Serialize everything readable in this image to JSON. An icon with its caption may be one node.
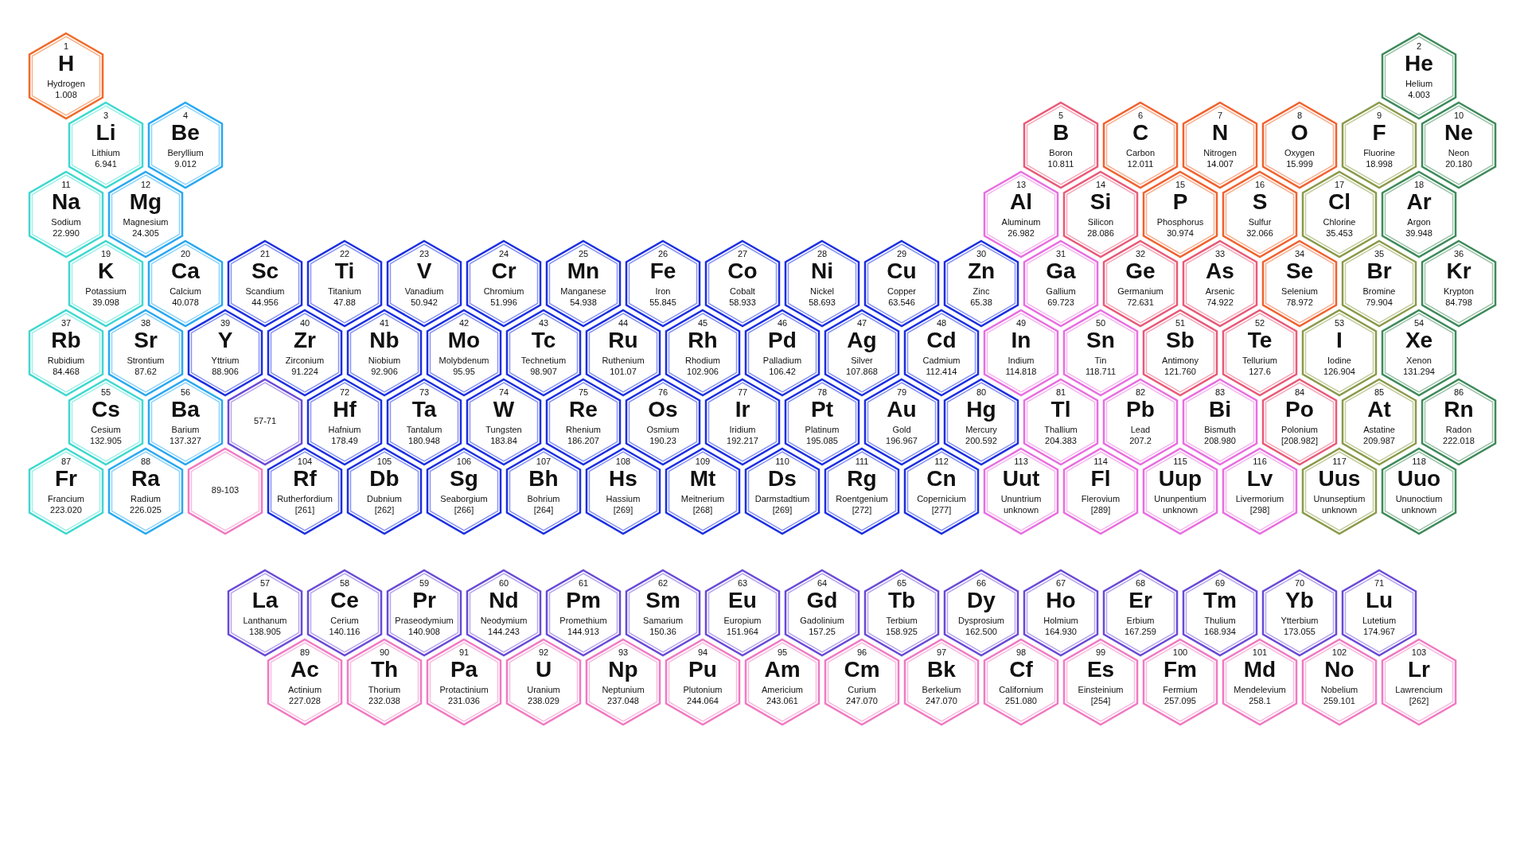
{
  "diagram": {
    "nodes": [
      {
        "text": [
          "1",
          "H",
          "Hydrogen",
          "1.008"
        ]
      },
      {
        "text": [
          "2",
          "He",
          "Helium",
          "4.003"
        ]
      },
      {
        "text": [
          "3",
          "Li",
          "Lithium",
          "6.941"
        ]
      },
      {
        "text": [
          "4",
          "Be",
          "Beryllium",
          "9.012"
        ]
      },
      {
        "text": [
          "5",
          "B",
          "Boron",
          "10.811"
        ]
      },
      {
        "text": [
          "6",
          "C",
          "Carbon",
          "12.011"
        ]
      },
      {
        "text": [
          "7",
          "N",
          "Nitrogen",
          "14.007"
        ]
      },
      {
        "text": [
          "8",
          "O",
          "Oxygen",
          "15.999"
        ]
      },
      {
        "text": [
          "9",
          "F",
          "Fluorine",
          "18.998"
        ]
      },
      {
        "text": [
          "10",
          "Ne",
          "Neon",
          "20.180"
        ]
      },
      {
        "text": [
          "11",
          "Na",
          "Sodium",
          "22.990"
        ]
      },
      {
        "text": [
          "12",
          "Mg",
          "Magnesium",
          "24.305"
        ]
      },
      {
        "text": [
          "13",
          "Al",
          "Aluminum",
          "26.982"
        ]
      },
      {
        "text": [
          "14",
          "Si",
          "Silicon",
          "28.086"
        ]
      },
      {
        "text": [
          "15",
          "P",
          "Phosphorus",
          "30.974"
        ]
      },
      {
        "text": [
          "16",
          "S",
          "Sulfur",
          "32.066"
        ]
      },
      {
        "text": [
          "17",
          "Cl",
          "Chlorine",
          "35.453"
        ]
      },
      {
        "text": [
          "18",
          "Ar",
          "Argon",
          "39.948"
        ]
      },
      {
        "text": [
          "19",
          "K",
          "Potassium",
          "39.098"
        ]
      },
      {
        "text": [
          "20",
          "Ca",
          "Calcium",
          "40.078"
        ]
      },
      {
        "text": [
          "21",
          "Sc",
          "Scandium",
          "44.956"
        ]
      },
      {
        "text": [
          "22",
          "Ti",
          "Titanium",
          "47.88"
        ]
      },
      {
        "text": [
          "23",
          "V",
          "Vanadium",
          "50.942"
        ]
      },
      {
        "text": [
          "24",
          "Cr",
          "Chromium",
          "51.996"
        ]
      },
      {
        "text": [
          "25",
          "Mn",
          "Manganese",
          "54.938"
        ]
      },
      {
        "text": [
          "26",
          "Fe",
          "Iron",
          "55.845"
        ]
      },
      {
        "text": [
          "27",
          "Co",
          "Cobalt",
          "58.933"
        ]
      },
      {
        "text": [
          "28",
          "Ni",
          "Nickel",
          "58.693"
        ]
      },
      {
        "text": [
          "29",
          "Cu",
          "Copper",
          "63.546"
        ]
      },
      {
        "text": [
          "30",
          "Zn",
          "Zinc",
          "65.38"
        ]
      },
      {
        "text": [
          "31",
          "Ga",
          "Gallium",
          "69.723"
        ]
      },
      {
        "text": [
          "32",
          "Ge",
          "Germanium",
          "72.631"
        ]
      },
      {
        "text": [
          "33",
          "As",
          "Arsenic",
          "74.922"
        ]
      },
      {
        "text": [
          "34",
          "Se",
          "Selenium",
          "78.972"
        ]
      },
      {
        "text": [
          "35",
          "Br",
          "Bromine",
          "79.904"
        ]
      },
      {
        "text": [
          "36",
          "Kr",
          "Krypton",
          "84.798"
        ]
      },
      {
        "text": [
          "37",
          "Rb",
          "Rubidium",
          "84.468"
        ]
      },
      {
        "text": [
          "38",
          "Sr",
          "Strontium",
          "87.62"
        ]
      },
      {
        "text": [
          "39",
          "Y",
          "Yttrium",
          "88.906"
        ]
      },
      {
        "text": [
          "40",
          "Zr",
          "Zirconium",
          "91.224"
        ]
      },
      {
        "text": [
          "41",
          "Nb",
          "Niobium",
          "92.906"
        ]
      },
      {
        "text": [
          "42",
          "Mo",
          "Molybdenum",
          "95.95"
        ]
      },
      {
        "text": [
          "43",
          "Tc",
          "Technetium",
          "98.907"
        ]
      },
      {
        "text": [
          "44",
          "Ru",
          "Ruthenium",
          "101.07"
        ]
      },
      {
        "text": [
          "45",
          "Rh",
          "Rhodium",
          "102.906"
        ]
      },
      {
        "text": [
          "46",
          "Pd",
          "Palladium",
          "106.42"
        ]
      },
      {
        "text": [
          "47",
          "Ag",
          "Silver",
          "107.868"
        ]
      },
      {
        "text": [
          "48",
          "Cd",
          "Cadmium",
          "112.414"
        ]
      },
      {
        "text": [
          "49",
          "In",
          "Indium",
          "114.818"
        ]
      },
      {
        "text": [
          "50",
          "Sn",
          "Tin",
          "118.711"
        ]
      },
      {
        "text": [
          "51",
          "Sb",
          "Antimony",
          "121.760"
        ]
      },
      {
        "text": [
          "52",
          "Te",
          "Tellurium",
          "127.6"
        ]
      },
      {
        "text": [
          "53",
          "I",
          "Iodine",
          "126.904"
        ]
      },
      {
        "text": [
          "54",
          "Xe",
          "Xenon",
          "131.294"
        ]
      },
      {
        "text": [
          "55",
          "Cs",
          "Cesium",
          "132.905"
        ]
      },
      {
        "text": [
          "56",
          "Ba",
          "Barium",
          "137.327"
        ]
      },
      {
        "text": [
          "57-71"
        ]
      },
      {
        "text": [
          "72",
          "Hf",
          "Hafnium",
          "178.49"
        ]
      },
      {
        "text": [
          "73",
          "Ta",
          "Tantalum",
          "180.948"
        ]
      },
      {
        "text": [
          "74",
          "W",
          "Tungsten",
          "183.84"
        ]
      },
      {
        "text": [
          "75",
          "Re",
          "Rhenium",
          "186.207"
        ]
      },
      {
        "text": [
          "76",
          "Os",
          "Osmium",
          "190.23"
        ]
      },
      {
        "text": [
          "77",
          "Ir",
          "Iridium",
          "192.217"
        ]
      },
      {
        "text": [
          "78",
          "Pt",
          "Platinum",
          "195.085"
        ]
      },
      {
        "text": [
          "79",
          "Au",
          "Gold",
          "196.967"
        ]
      },
      {
        "text": [
          "80",
          "Hg",
          "Mercury",
          "200.592"
        ]
      },
      {
        "text": [
          "81",
          "Tl",
          "Thallium",
          "204.383"
        ]
      },
      {
        "text": [
          "82",
          "Pb",
          "Lead",
          "207.2"
        ]
      },
      {
        "text": [
          "83",
          "Bi",
          "Bismuth",
          "208.980"
        ]
      },
      {
        "text": [
          "84",
          "Po",
          "Polonium",
          "[208.982]"
        ]
      },
      {
        "text": [
          "85",
          "At",
          "Astatine",
          "209.987"
        ]
      },
      {
        "text": [
          "86",
          "Rn",
          "Radon",
          "222.018"
        ]
      },
      {
        "text": [
          "87",
          "Fr",
          "Francium",
          "223.020"
        ]
      },
      {
        "text": [
          "88",
          "Ra",
          "Radium",
          "226.025"
        ]
      },
      {
        "text": [
          "89-103"
        ]
      },
      {
        "text": [
          "104",
          "Rf",
          "Rutherfordium",
          "[261]"
        ]
      },
      {
        "text": [
          "105",
          "Db",
          "Dubnium",
          "[262]"
        ]
      },
      {
        "text": [
          "106",
          "Sg",
          "Seaborgium",
          "[266]"
        ]
      },
      {
        "text": [
          "107",
          "Bh",
          "Bohrium",
          "[264]"
        ]
      },
      {
        "text": [
          "108",
          "Hs",
          "Hassium",
          "[269]"
        ]
      },
      {
        "text": [
          "109",
          "Mt",
          "Meitnerium",
          "[268]"
        ]
      },
      {
        "text": [
          "110",
          "Ds",
          "Darmstadtium",
          "[269]"
        ]
      },
      {
        "text": [
          "111",
          "Rg",
          "Roentgenium",
          "[272]"
        ]
      },
      {
        "text": [
          "112",
          "Cn",
          "Copernicium",
          "[277]"
        ]
      },
      {
        "text": [
          "113",
          "Uut",
          "Ununtrium",
          "unknown"
        ]
      },
      {
        "text": [
          "114",
          "Fl",
          "Flerovium",
          "[289]"
        ]
      },
      {
        "text": [
          "115",
          "Uup",
          "Ununpentium",
          "unknown"
        ]
      },
      {
        "text": [
          "116",
          "Lv",
          "Livermorium",
          "[298]"
        ]
      },
      {
        "text": [
          "117",
          "Uus",
          "Ununseptium",
          "unknown"
        ]
      },
      {
        "text": [
          "118",
          "Uuo",
          "Ununoctium",
          "unknown"
        ]
      },
      {
        "text": [
          "57",
          "La",
          "Lanthanum",
          "138.905"
        ]
      },
      {
        "text": [
          "58",
          "Ce",
          "Cerium",
          "140.116"
        ]
      },
      {
        "text": [
          "59",
          "Pr",
          "Praseodymium",
          "140.908"
        ]
      },
      {
        "text": [
          "60",
          "Nd",
          "Neodymium",
          "144.243"
        ]
      },
      {
        "text": [
          "61",
          "Pm",
          "Promethium",
          "144.913"
        ]
      },
      {
        "text": [
          "62",
          "Sm",
          "Samarium",
          "150.36"
        ]
      },
      {
        "text": [
          "63",
          "Eu",
          "Europium",
          "151.964"
        ]
      },
      {
        "text": [
          "64",
          "Gd",
          "Gadolinium",
          "157.25"
        ]
      },
      {
        "text": [
          "65",
          "Tb",
          "Terbium",
          "158.925"
        ]
      },
      {
        "text": [
          "66",
          "Dy",
          "Dysprosium",
          "162.500"
        ]
      },
      {
        "text": [
          "67",
          "Ho",
          "Holmium",
          "164.930"
        ]
      },
      {
        "text": [
          "68",
          "Er",
          "Erbium",
          "167.259"
        ]
      },
      {
        "text": [
          "69",
          "Tm",
          "Thulium",
          "168.934"
        ]
      },
      {
        "text": [
          "70",
          "Yb",
          "Ytterbium",
          "173.055"
        ]
      },
      {
        "text": [
          "71",
          "Lu",
          "Lutetium",
          "174.967"
        ]
      },
      {
        "text": [
          "89",
          "Ac",
          "Actinium",
          "227.028"
        ]
      },
      {
        "text": [
          "90",
          "Th",
          "Thorium",
          "232.038"
        ]
      },
      {
        "text": [
          "91",
          "Pa",
          "Protactinium",
          "231.036"
        ]
      },
      {
        "text": [
          "92",
          "U",
          "Uranium",
          "238.029"
        ]
      },
      {
        "text": [
          "93",
          "Np",
          "Neptunium",
          "237.048"
        ]
      },
      {
        "text": [
          "94",
          "Pu",
          "Plutonium",
          "244.064"
        ]
      },
      {
        "text": [
          "95",
          "Am",
          "Americium",
          "243.061"
        ]
      },
      {
        "text": [
          "96",
          "Cm",
          "Curium",
          "247.070"
        ]
      },
      {
        "text": [
          "97",
          "Bk",
          "Berkelium",
          "247.070"
        ]
      },
      {
        "text": [
          "98",
          "Cf",
          "Californium",
          "251.080"
        ]
      },
      {
        "text": [
          "99",
          "Es",
          "Einsteinium",
          "[254]"
        ]
      },
      {
        "text": [
          "100",
          "Fm",
          "Fermium",
          "257.095"
        ]
      },
      {
        "text": [
          "101",
          "Md",
          "Mendelevium",
          "258.1"
        ]
      },
      {
        "text": [
          "102",
          "No",
          "Nobelium",
          "259.101"
        ]
      },
      {
        "text": [
          "103",
          "Lr",
          "Lawrencium",
          "[262]"
        ]
      }
    ]
  }
}
